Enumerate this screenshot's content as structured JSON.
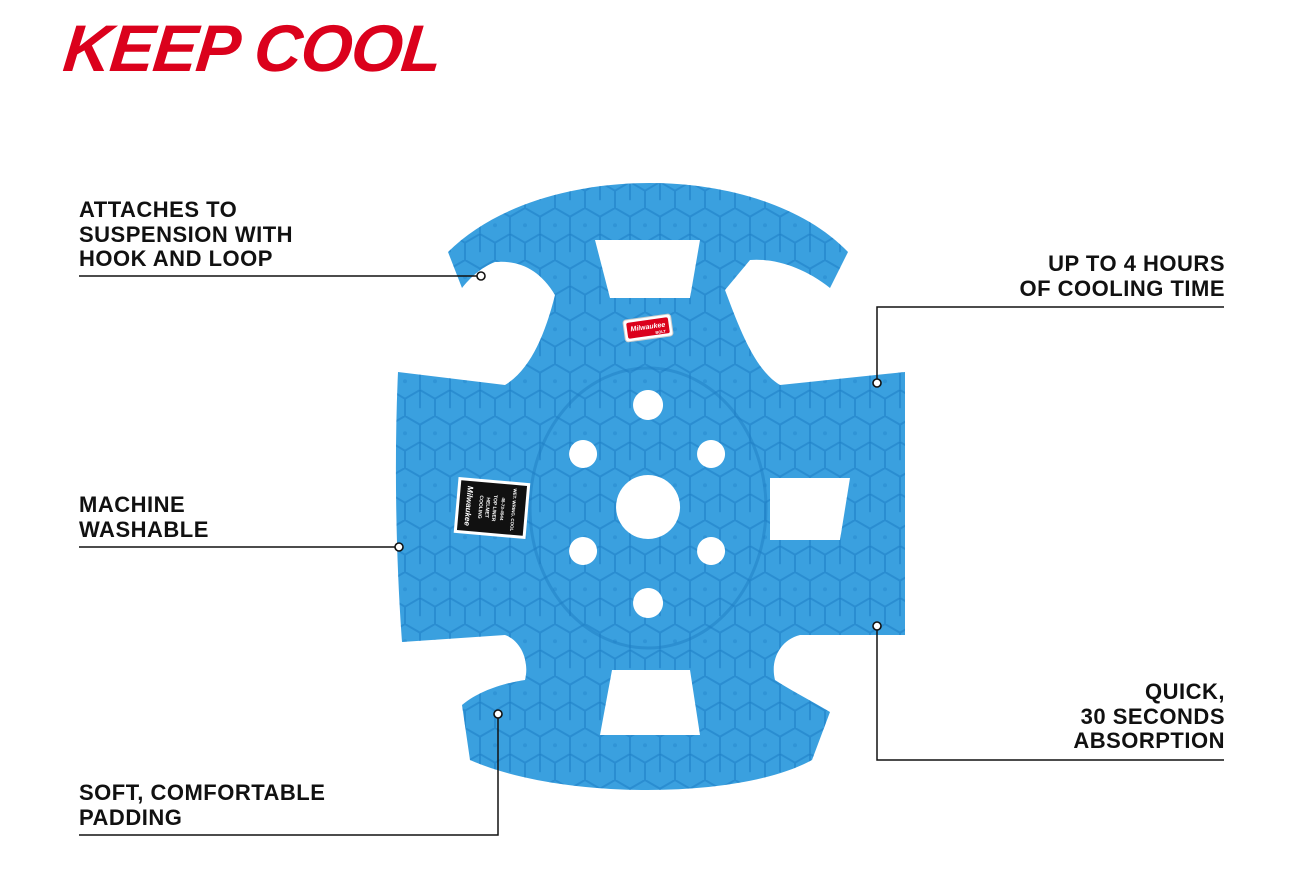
{
  "title": "KEEP COOL",
  "colors": {
    "title": "#db011c",
    "liner": "#3aa0df",
    "liner_dark": "#1d7ec4",
    "line": "#111111",
    "background": "#ffffff"
  },
  "callouts": {
    "attaches": "ATTACHES TO\nSUSPENSION WITH\nHOOK AND LOOP",
    "washable": "MACHINE\nWASHABLE",
    "padding": "SOFT, COMFORTABLE\nPADDING",
    "cooling": "UP TO 4 HOURS\nOF COOLING TIME",
    "absorption": "QUICK,\n30 SECONDS\nABSORPTION"
  },
  "product": {
    "name": "cooling-helmet-top-liner",
    "brand_tag": "Milwaukee",
    "brand_tag_sub": "BOLT",
    "label_lines": [
      "Milwaukee",
      "COOLING",
      "HELMET",
      "TOP LINER",
      "48-73-4944",
      "WET. WRING. COOL"
    ]
  }
}
